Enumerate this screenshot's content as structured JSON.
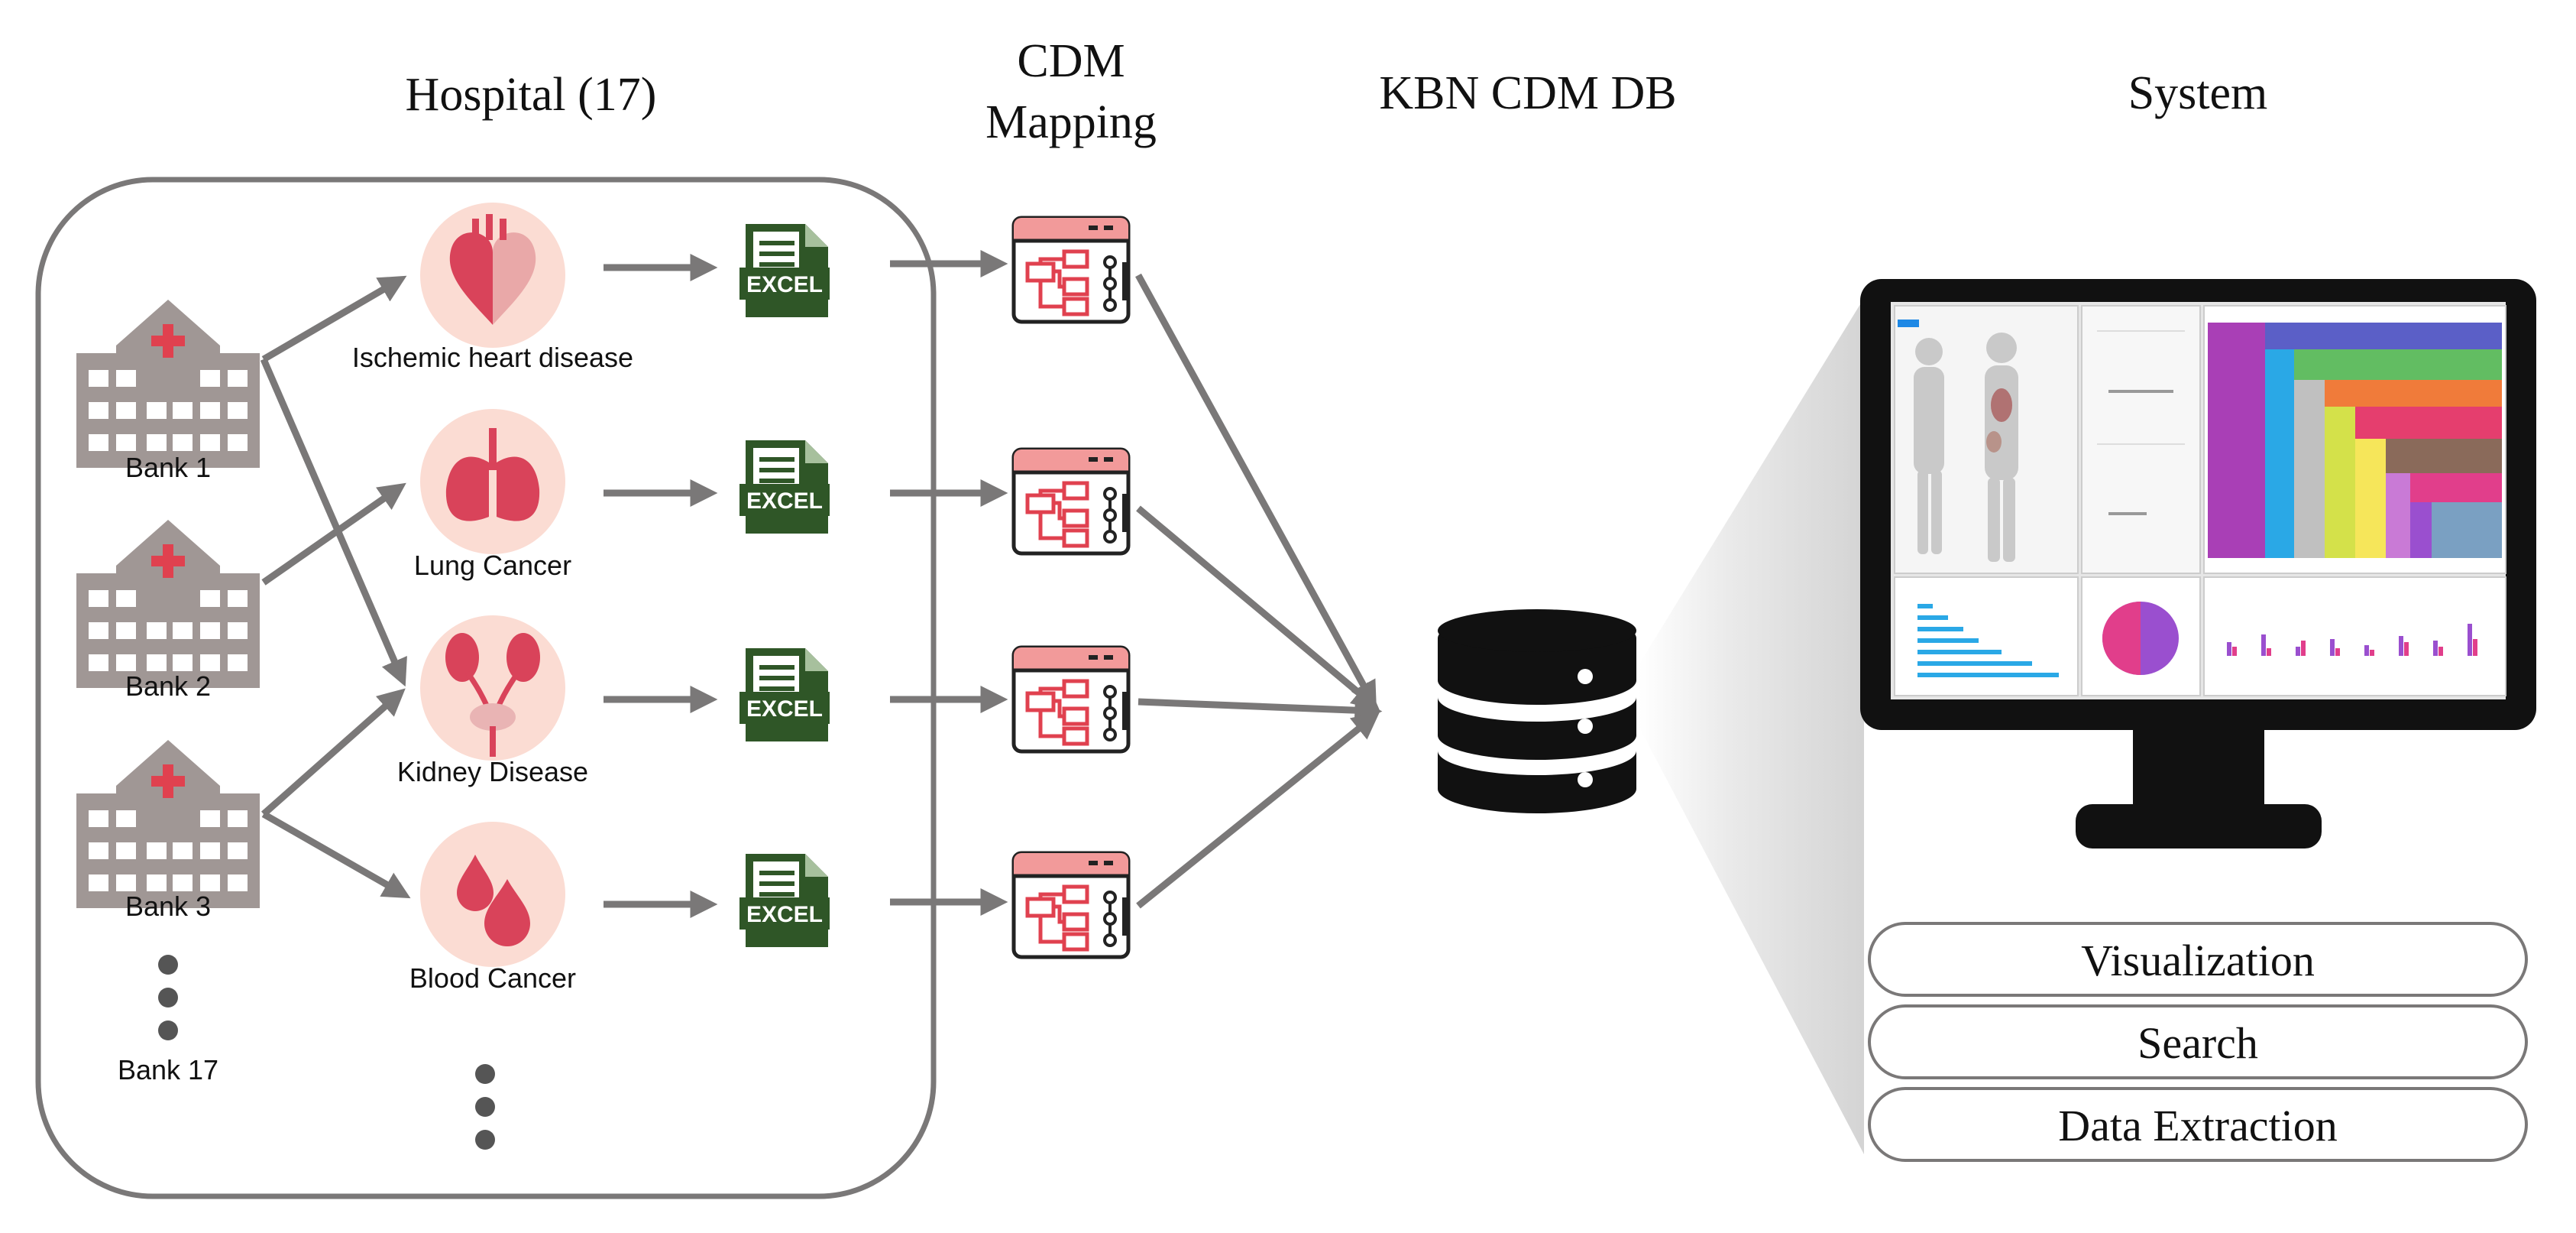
{
  "headers": {
    "hospital": "Hospital (17)",
    "cdm_mapping_line1": "CDM",
    "cdm_mapping_line2": "Mapping",
    "db": "KBN CDM DB",
    "system": "System"
  },
  "banks": [
    "Bank 1",
    "Bank 2",
    "Bank 3",
    "Bank 17"
  ],
  "diseases": [
    "Ischemic heart disease",
    "Lung Cancer",
    "Kidney Disease",
    "Blood Cancer"
  ],
  "excel_label": "EXCEL",
  "system_functions": [
    "Visualization",
    "Search",
    "Data Extraction"
  ],
  "colors": {
    "arrow": "#7a7878",
    "building": "#a09795",
    "cross": "#e0414f",
    "disease_circle": "#fbdcd3",
    "organ": "#d9435a",
    "excel": "#2f5627",
    "mapping_accent": "#f29a9a",
    "mapping_lines": "#e0414f"
  }
}
